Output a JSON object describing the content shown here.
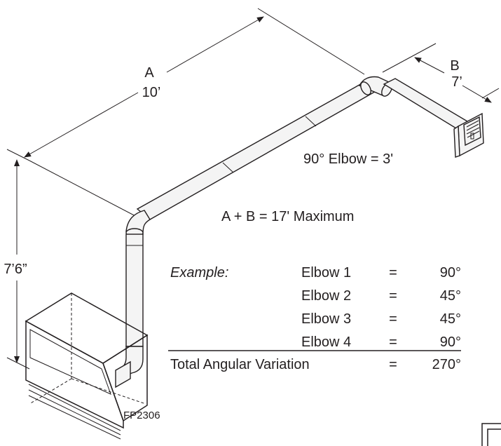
{
  "dimensions": {
    "a_letter": "A",
    "a_length": "10’",
    "b_letter": "B",
    "b_length": "7’",
    "height": "7’6”"
  },
  "notes": {
    "elbow_rule": "90° Elbow = 3'",
    "max_rule": "A + B = 17' Maximum"
  },
  "example": {
    "heading": "Example:",
    "rows": [
      {
        "label": "Elbow 1",
        "eq": "=",
        "value": "90°"
      },
      {
        "label": "Elbow 2",
        "eq": "=",
        "value": "45°"
      },
      {
        "label": "Elbow 3",
        "eq": "=",
        "value": "45°"
      },
      {
        "label": "Elbow 4",
        "eq": "=",
        "value": "90°"
      }
    ],
    "total": {
      "label": "Total Angular Variation",
      "eq": "=",
      "value": "270°"
    }
  },
  "figure_code": "FP2306"
}
